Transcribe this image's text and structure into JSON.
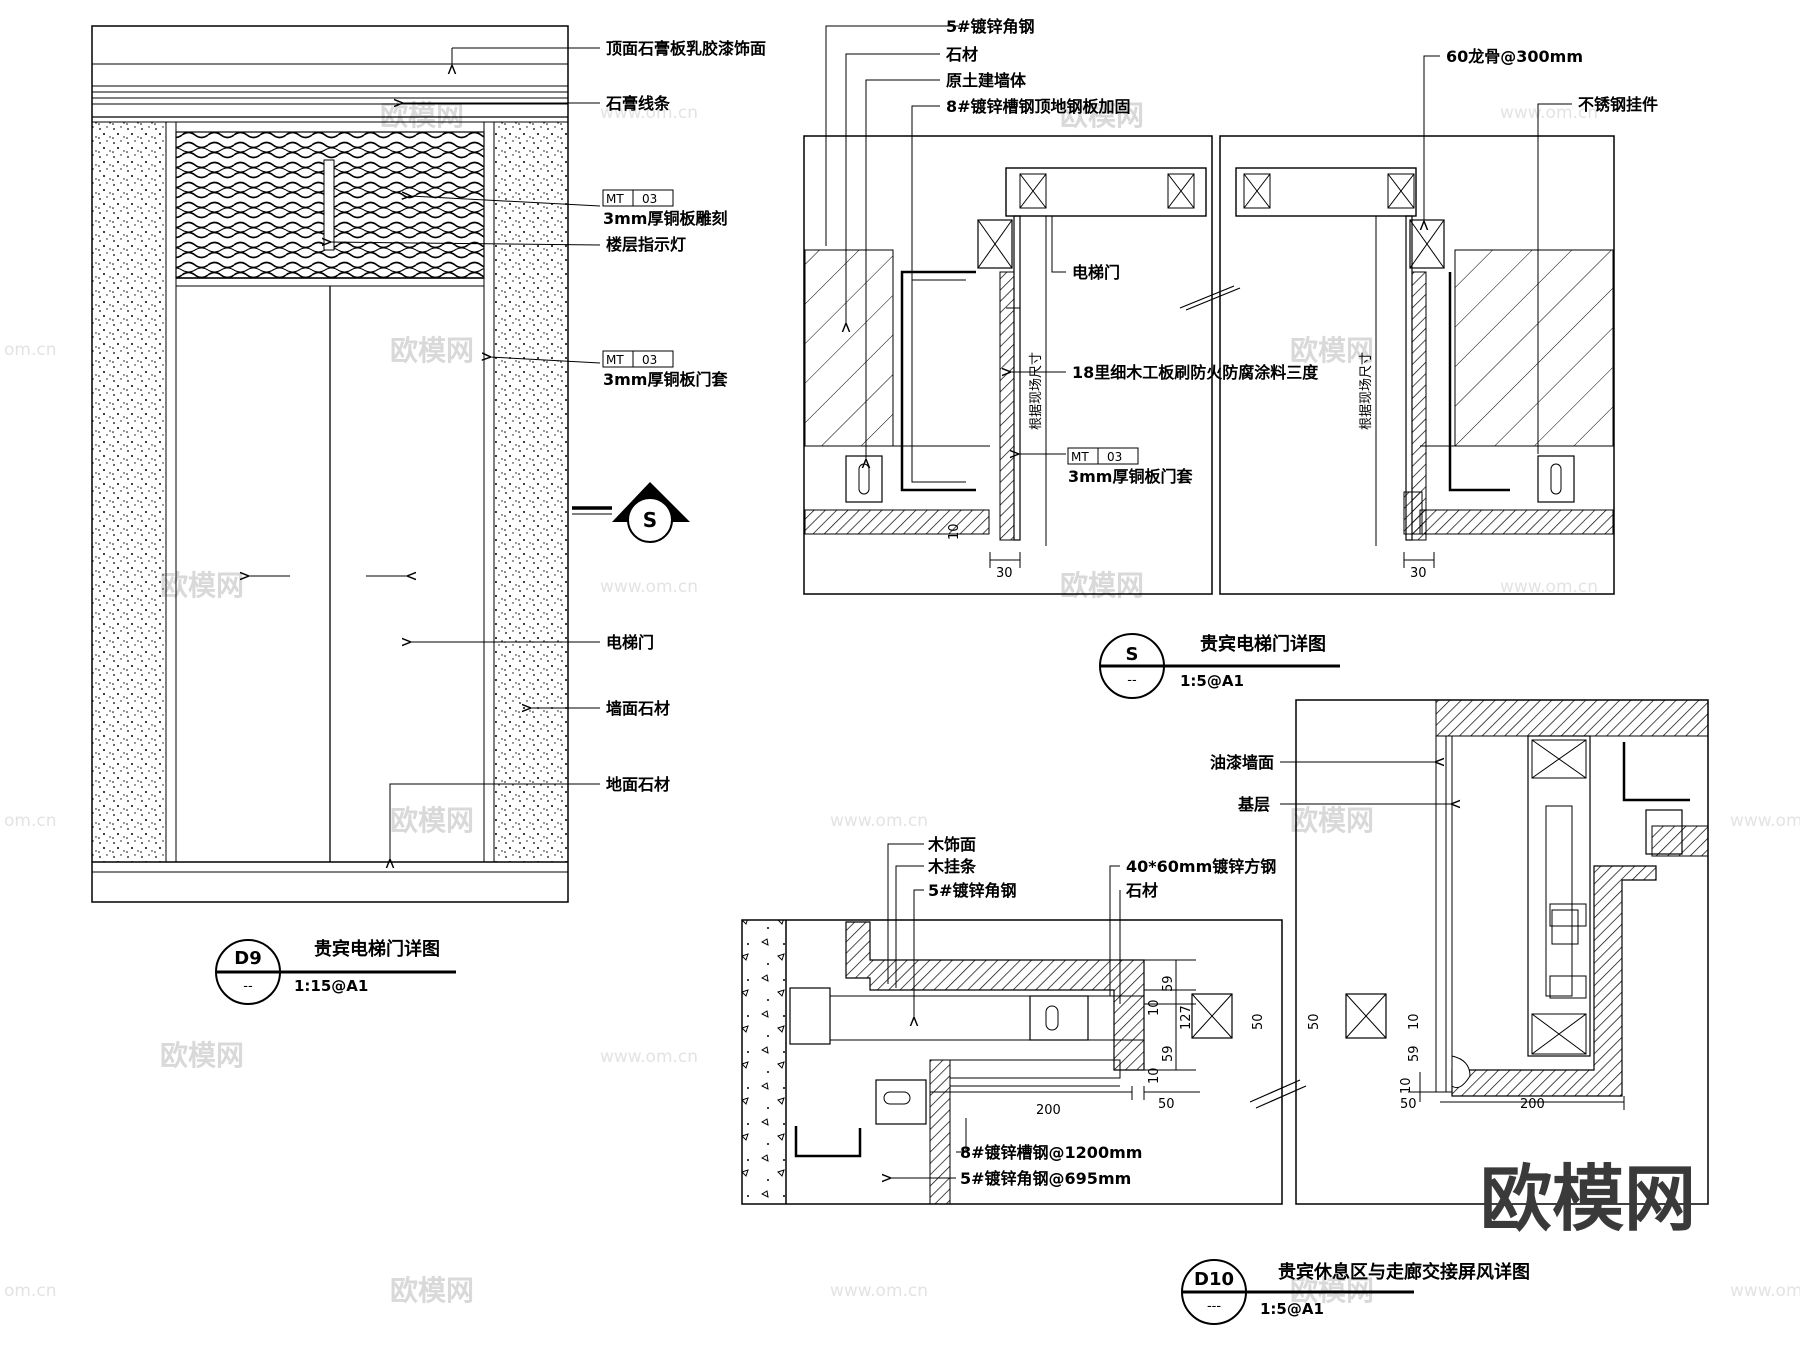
{
  "d9": {
    "labels": [
      "顶面石膏板乳胶漆饰面",
      "石膏线条",
      "3mm厚铜板雕刻",
      "楼层指示灯",
      "3mm厚铜板门套",
      "电梯门",
      "墙面石材",
      "地面石材"
    ],
    "mt_tags": [
      {
        "code": "MT",
        "num": "03"
      },
      {
        "code": "MT",
        "num": "03"
      }
    ],
    "section_marker": "S",
    "title": "贵宾电梯门详图",
    "code": "D9",
    "code_sub": "--",
    "scale": "1:15@A1"
  },
  "s": {
    "labels_left": [
      "5#镀锌角钢",
      "石材",
      "原土建墙体",
      "8#镀锌槽钢顶地钢板加固"
    ],
    "labels_right": [
      "60龙骨@300mm",
      "不锈钢挂件"
    ],
    "labels_mid": [
      "电梯门",
      "18里细木工板刷防火防腐涂料三度",
      "3mm厚铜板门套"
    ],
    "mt_tag": {
      "code": "MT",
      "num": "03"
    },
    "vertical_note": "根据现场尺寸",
    "dims": [
      "10",
      "30",
      "30"
    ],
    "title": "贵宾电梯门详图",
    "code": "S",
    "code_sub": "--",
    "scale": "1:5@A1"
  },
  "d10": {
    "labels_left": [
      "木饰面",
      "木挂条",
      "5#镀锌角钢"
    ],
    "labels_right_top": [
      "40*60mm镀锌方钢",
      "石材"
    ],
    "labels_bottom": [
      "8#镀锌槽钢@1200mm",
      "5#镀锌角钢@695mm"
    ],
    "labels_wall": [
      "油漆墙面",
      "基层"
    ],
    "dims": [
      "59",
      "10",
      "127",
      "59",
      "10",
      "200",
      "50",
      "50",
      "50",
      "10",
      "59",
      "50",
      "200",
      "10"
    ],
    "title": "贵宾休息区与走廊交接屏风详图",
    "code": "D10",
    "code_sub": "---",
    "scale": "1:5@A1"
  },
  "watermarks": {
    "logo": "欧模网",
    "url": "www.om.cn",
    "url_edge": "om.cn",
    "brand": "欧模网"
  }
}
